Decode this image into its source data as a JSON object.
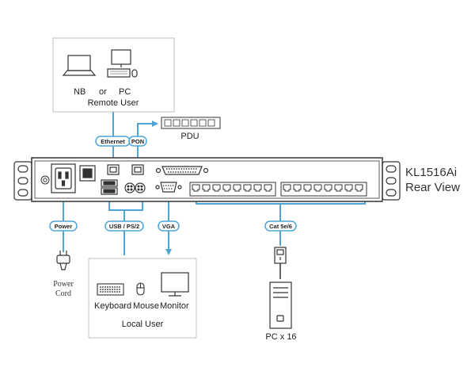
{
  "device": {
    "model": "KL1516Ai",
    "view": "Rear View"
  },
  "remote_user": {
    "nb_label": "NB",
    "or_label": "or",
    "pc_label": "PC",
    "caption": "Remote User"
  },
  "pdu": {
    "label": "PDU"
  },
  "tags": {
    "ethernet": "Ethernet",
    "pon": "PON",
    "power": "Power",
    "usb_ps2": "USB / PS/2",
    "vga": "VGA",
    "cat": "Cat 5e/6"
  },
  "power_cord": {
    "line1": "Power",
    "line2": "Cord"
  },
  "local_user": {
    "keyboard": "Keyboard",
    "mouse": "Mouse",
    "monitor": "Monitor",
    "caption": "Local User"
  },
  "pcs": {
    "label": "PC x 16"
  },
  "colors": {
    "cable": "#4da6d6",
    "outline": "#333333",
    "box": "#bfbfbf"
  }
}
